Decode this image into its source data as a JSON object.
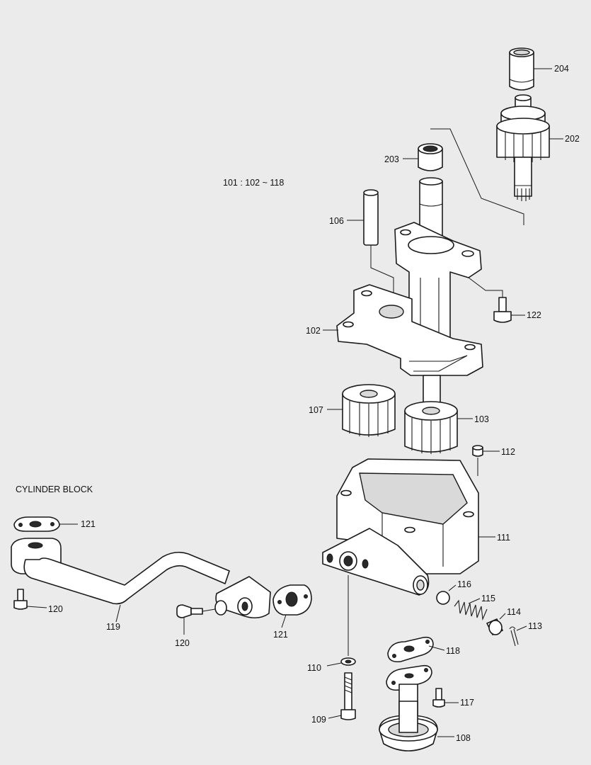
{
  "assembly_note": "101 : 102 ~ 118",
  "cylinder_block_label": "CYLINDER BLOCK",
  "callouts": {
    "p102": "102",
    "p103": "103",
    "p106": "106",
    "p107": "107",
    "p108": "108",
    "p109": "109",
    "p110": "110",
    "p111": "111",
    "p112": "112",
    "p113": "113",
    "p114": "114",
    "p115": "115",
    "p116": "116",
    "p117": "117",
    "p118": "118",
    "p119": "119",
    "p120a": "120",
    "p120b": "120",
    "p121a": "121",
    "p121b": "121",
    "p122": "122",
    "p202": "202",
    "p203": "203",
    "p204": "204"
  },
  "colors": {
    "background": "#ebebeb",
    "line": "#1a1a1a",
    "part_fill": "#ffffff"
  }
}
